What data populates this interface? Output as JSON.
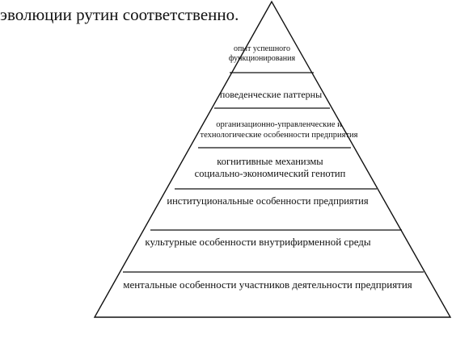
{
  "heading": "эволюции рутин соответственно.",
  "pyramid": {
    "levels": [
      {
        "line1": "опыт успешного",
        "line2": "функционирования"
      },
      {
        "line1": "поведенческие паттерны"
      },
      {
        "line1": "организационно-управленческие и",
        "line2": "технологические особенности предприятия"
      },
      {
        "line1": "когнитивные механизмы",
        "line2": "социально-экономический генотип"
      },
      {
        "line1": "институциональные особенности предприятия"
      },
      {
        "line1": "культурные особенности внутрифирменной среды"
      },
      {
        "line1": "ментальные особенности участников деятельности предприятия"
      }
    ]
  }
}
